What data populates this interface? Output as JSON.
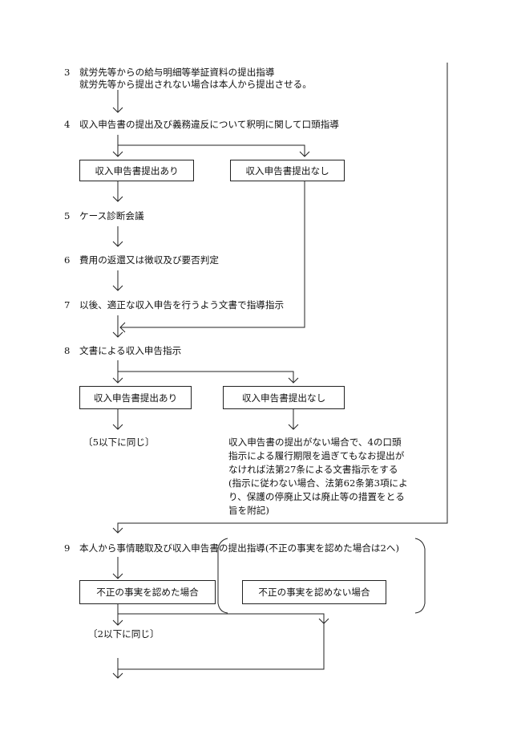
{
  "steps": {
    "s3": {
      "num": "3",
      "line1": "就労先等からの給与明細等挙証資料の提出指導",
      "line2": "就労先等から提出されない場合は本人から提出させる。"
    },
    "s4": {
      "num": "4",
      "text": "収入申告書の提出及び義務違反について釈明に関して口頭指導"
    },
    "s5": {
      "num": "5",
      "text": "ケース診断会議"
    },
    "s6": {
      "num": "6",
      "text": "費用の返還又は徴収及び要否判定"
    },
    "s7": {
      "num": "7",
      "text": "以後、適正な収入申告を行うよう文書で指導指示"
    },
    "s8": {
      "num": "8",
      "text": "文書による収入申告指示"
    },
    "s9": {
      "num": "9",
      "text": "本人から事情聴取及び収入申告書の提出指導(不正の事実を認めた場合は2へ)"
    }
  },
  "boxes": {
    "b4_yes": "収入申告書提出あり",
    "b4_no": "収入申告書提出なし",
    "b8_yes": "収入申告書提出あり",
    "b8_no": "収入申告書提出なし",
    "b9_admit": "不正の事実を認めた場合",
    "b9_deny": "不正の事実を認めない場合"
  },
  "notes": {
    "same5": "〔5以下に同じ〕",
    "no_submit": "収入申告書の提出がない場合で、4の口頭指示による履行期限を過ぎてもなお提出がなければ法第27条による文書指示をする(指示に従わない場合、法第62条第3項により、保護の停廃止又は廃止等の措置をとる旨を附記)",
    "same2": "〔2以下に同じ〕"
  }
}
